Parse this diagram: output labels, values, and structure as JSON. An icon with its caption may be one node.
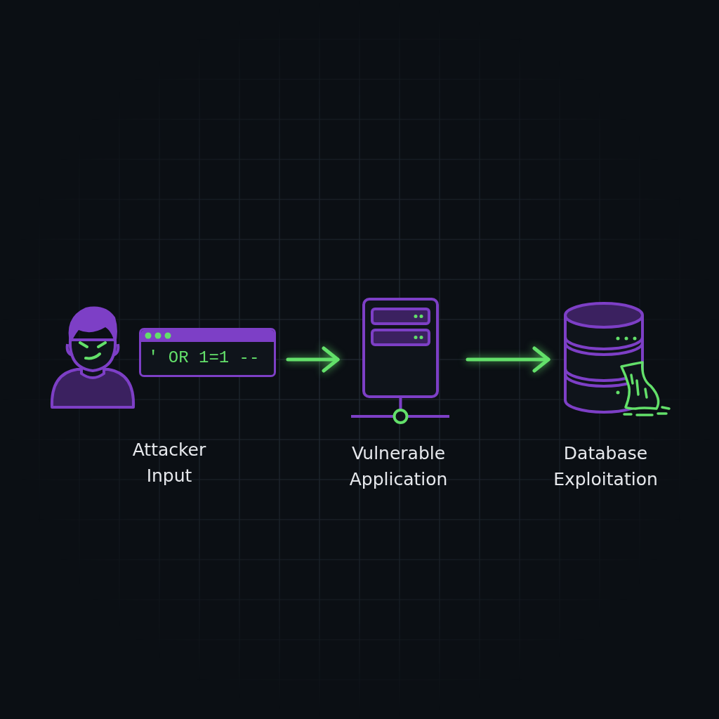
{
  "diagram": {
    "nodes": [
      {
        "text": [
          "' OR 1=1 --",
          "Attacker Input"
        ]
      },
      {
        "text": [
          "Vulnerable Application"
        ]
      },
      {
        "text": [
          "Database Exploitation"
        ]
      }
    ],
    "edges": [
      {
        "from": 0,
        "to": 1,
        "arrow": "to"
      },
      {
        "from": 1,
        "to": 2,
        "arrow": "to"
      }
    ]
  }
}
